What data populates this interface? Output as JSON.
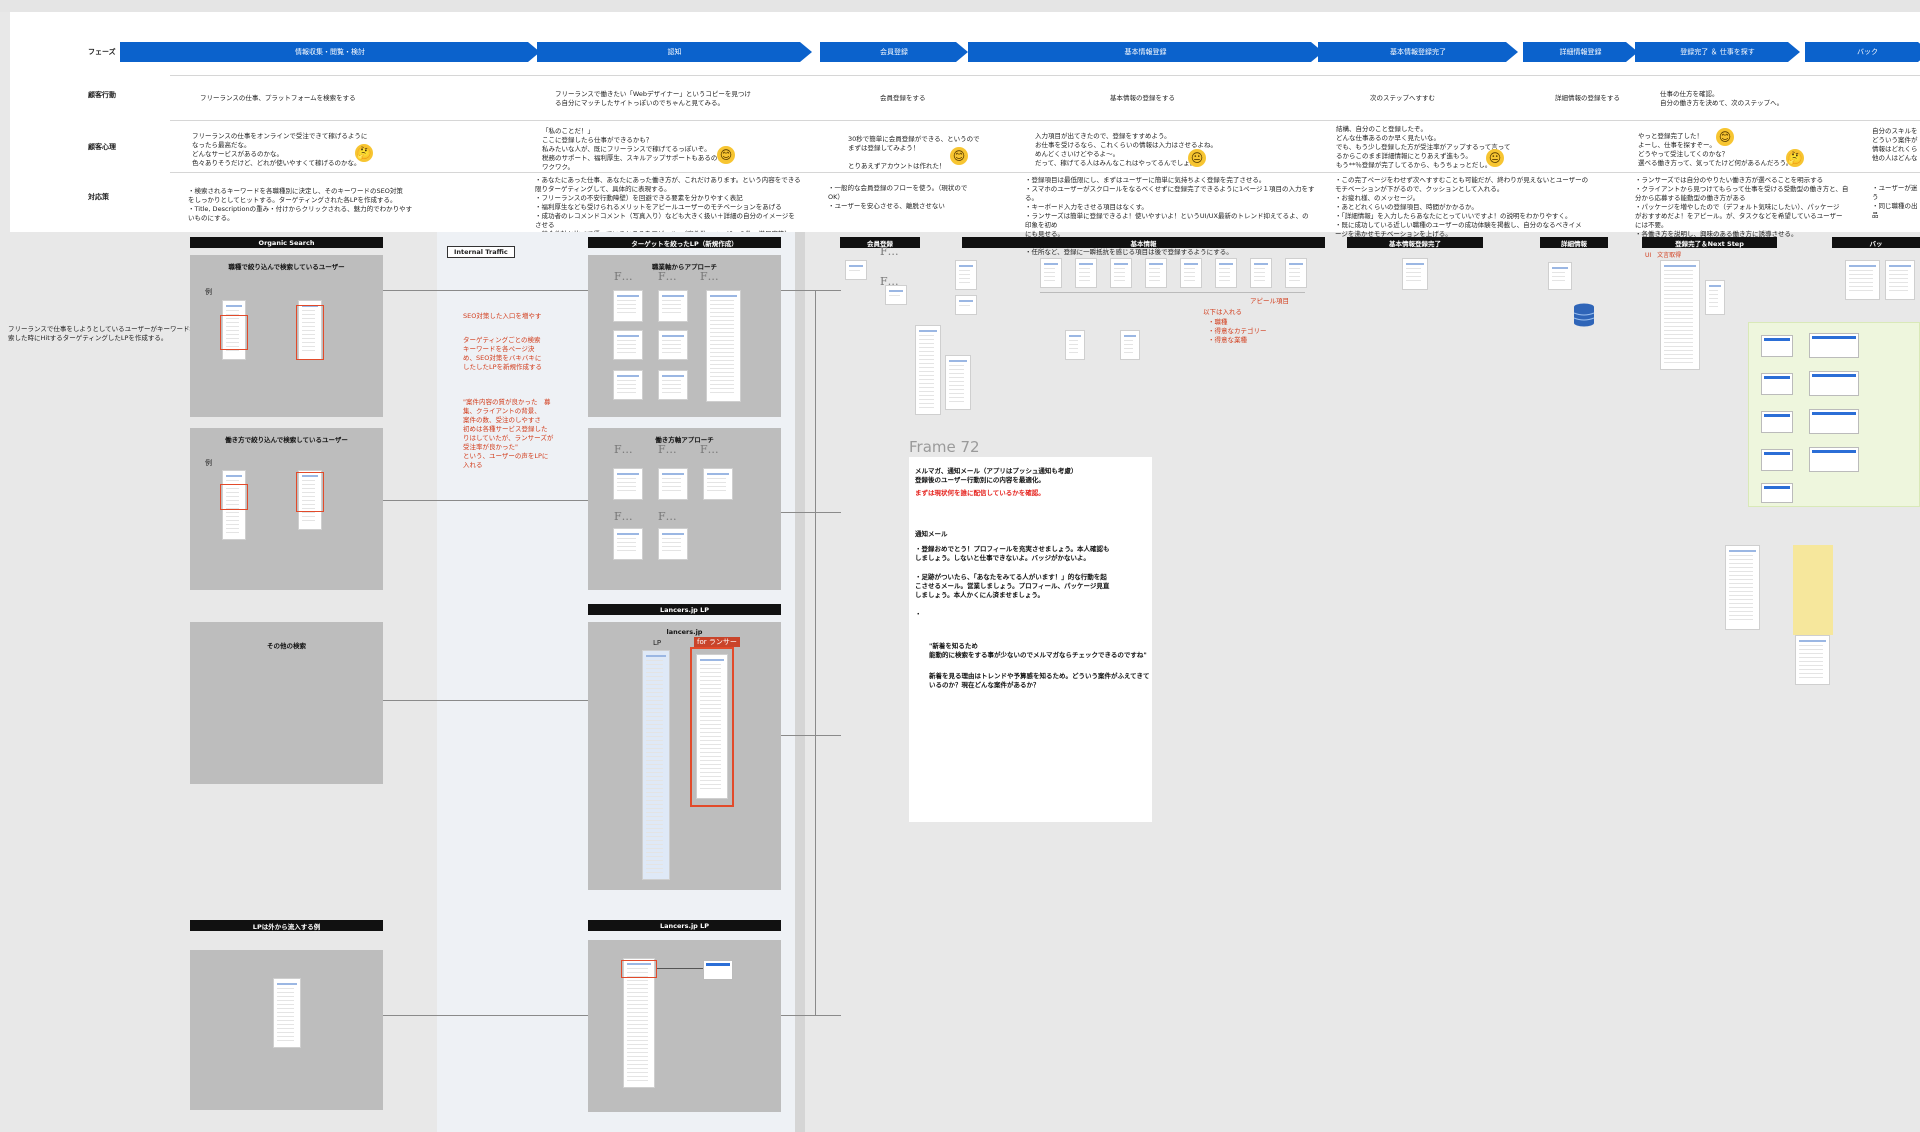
{
  "row_labels": {
    "phase": "フェーズ",
    "action": "顧客行動",
    "psychology": "顧客心理",
    "response": "対応策"
  },
  "phases": [
    {
      "label": "情報収集・閲覧・検討"
    },
    {
      "label": "認知"
    },
    {
      "label": "会員登録"
    },
    {
      "label": "基本情報登録"
    },
    {
      "label": "基本情報登録完了"
    },
    {
      "label": "詳細情報登録"
    },
    {
      "label": "登録完了 ＆ 仕事を探す"
    },
    {
      "label": "バック"
    }
  ],
  "actions": [
    "フリーランスの仕事、プラットフォームを検索をする",
    "フリーランスで働きたい「Webデザイナー」というコピーを見つけ\nる自分にマッチしたサイトっぽいのでちゃんと見てみる。",
    "会員登録をする",
    "基本情報の登録をする",
    "次のステップへすすむ",
    "詳細情報の登録をする",
    "仕事の仕方を確認。\n自分の働き方を決めて、次のステップへ。"
  ],
  "psychology": [
    "フリーランスの仕事をオンラインで受注できて稼げるように\nなったら最高だな。\nどんなサービスがあるのかな。\n色々ありそうだけど、どれが使いやすくて稼げるのかな。",
    "「私のことだ！」\nここに登録したら仕事ができるかも？\n私みたいな人が、既にフリーランスで稼げてるっぽいぞ。\n税務のサポート、福利厚生、スキルアップサポートもあるの？\nワクワク。",
    "30秒で簡単に会員登録ができる、というので\nまずは登録してみよう！\n\nとりあえずアカウントは作れた！",
    "入力項目が出てきたので、登録をすすめよう。\nお仕事を受けるなら、これくらいの情報は入力はさせるよね。\nめんどくさいけどやるよ〜。\nだって、稼げてる人はみんなこれはやってるんでしょ。",
    "結構、自分のこと登録したぞ。\nどんな仕事あるのか早く見たいな。\nでも、もう少し登録した方が受注率がアップするって言って\nるからこのまま詳細情報にとりあえず進もう。\nもう**％登録が完了してるから、もうちょっとだし。",
    "やっと登録完了した！\nよーし、仕事を探すぞー。\nどうやって受注してくのかな？\n選べる働き方って、気ってたけど何があるんだろう。",
    "自分のスキルを\nどういう案件が\n情報はどれくら\n他の人はどんな"
  ],
  "responses": [
    "・検索されるキーワードを各職種別に決定し、そのキーワードのSEO対策\n をしっかりとしてヒットする。ターゲティングされた各LPを作成する。\n・Title, Descriptionの重み・付けからクリックされる、魅力的でわかりやす\n いものにする。",
    "・あなたにあった仕事、あなたにあった働き方が、これだけあります。という内容をできる\n 限りターゲティングして、具体的に表現する。\n・フリーランスの不安行動障壁）を回避できる要素を分かりやすく表記\n・福利厚生なども受けられるメリットをアピールユーザーのモチベーションをあげる\n・成功者のレコメンドコメント（写真入り）なども大きく扱い＋詳細の自分のイメージを\n させる\n・競合他社と比べて優っているところをアピール。（案件数、ユーザーの数、満足度等）",
    "・一般的な会員登録のフローを使う。（現状のでOK）\n・ユーザーを安心させる、離脱させない",
    "・登録項目は最低限にし、まずはユーザーに簡単に気持ちよく登録を完了させる。\n・スマホのユーザーがスクロールをなるべくせずに登録完了できるように1ページ１項目の入力をする。\n・キーボード入力をさせる項目はなくす。\n・ランサーズは簡単に登録できるよ！使いやすいよ！というUI/UX最新のトレンド抑えてるよ、の印象を初め\n にも見せる。\n・耐った項目は後で登録をさせる。\n・任所など、登録に一瞬抵抗を感じる項目は後で登録するようにする。",
    "・この完了ページをわせず次へすすむことも可能だが、終わりが見えないとユーザーの\n モチベーションが下がるので、クッションとして入れる。\n・お疲れ様、のメッセージ。\n・あとどれくらいの登録項目、時間がかかるか。\n・「詳細情報」を入力したらあなたにとっていいですよ！の説明をわかりやすく。\n・既に成功している近しい職種のユーザーの成功体験を掲載し、自分のなるべきイメ\n ージを沸かせモチベーションを上げる。",
    "・ランサーズでは自分のやりたい働き方が選べることを明示する\n・クライアントから見つけてもらって仕事を受ける受動型の働き方と、自\n 分から応募する能動型の働き方がある\n・パッケージを増やしたので（デフォルト気味にしたい）、パッケージ\n がおすすめだよ！をアピール。が、タスクなどを希望しているユーザー\n には不要。\n・各働き方を説明し、興味のある働き方に誘導させる。",
    "・ユーザーが迷う\n・同じ職種の出品"
  ],
  "emojis": [
    "🤔",
    "😊",
    "😊",
    "😐",
    "😐",
    "😊",
    "🤔"
  ],
  "left_note": "フリーランスで仕事をしようとしているユーザーがキーワード検\n索した時にHitするターゲティングしたLPを作成する。",
  "organic": {
    "header": "Organic Search",
    "panel1_title": "職種で絞り込んで検索しているユーザー",
    "panel2_title": "働き方で絞り込んで検索しているユーザー",
    "panel3_title": "その他の検索",
    "example_label": "例",
    "lp_header": "LPは外から流入する例"
  },
  "internal_traffic": "Internal Traffic",
  "red_notes": [
    "SEO対策した入口を増やす",
    "ターゲティングごとの検索\nキーワードを各ページ決\nめ、SEO対策をバキバキに\nしたしたLPを新規作成する",
    "\"案件内容の質が良かった　募\n集、クライアントの背景、\n案件の数、受注のしやすさ\n初めは各種サービス登録した\nりはしていたが、ランサーズが\n受注率が良かった\"\nという、ユーザーの声をLPに\n入れる"
  ],
  "lp_panels": {
    "header1": "ターゲットを絞ったLP（新規作成）",
    "title1": "職業軸からアプローチ",
    "title2": "働き方軸アプローチ",
    "header2": "Lancers.jp LP",
    "title3": "lancers.jp",
    "lp_label": "LP",
    "for_lancer": "for ランサー",
    "header3": "Lancers.jp LP"
  },
  "flow_headers": [
    "会員登録",
    "基本情報",
    "基本情報登録完了",
    "詳細情報",
    "登録完了＆Next Step",
    "バッ"
  ],
  "flow_notes": {
    "appeal": "アピール項目",
    "after_input_title": "以下は入れる",
    "after_input_items": "・職種\n・得意なカテゴリー\n・得意な業種",
    "doc_label": "UI　文言取得"
  },
  "frame72": {
    "label": "Frame 72",
    "line1": "メルマガ、通知メール（アプリはプッシュ通知も考慮）\n登録後のユーザー行動別にの内容を最適化。",
    "line2": "まずは現状何を誰に配信しているかを確認。",
    "line3": "通知メール",
    "line4": "・登録おめでとう！プロフィールを充実させましょう。本人確認も\n しましょう。しないと仕事できないよ。バッジがかないよ。",
    "line5": "・足跡がついたら、「あなたをみてる人がいます！」的な行動を起\n こさせるメール。営業しましょう。プロフィール、パッケージ見直\n しましょう。本人かくにん済ませましょう。",
    "line6": "・",
    "line7": "\"新着を知るため\n能動的に検索をする事が少ないのでメルマガならチェックできるのですね\"",
    "line8": "新着を見る理由はトレンドや予算感を知るため。どういう案件がふえてきて\nいるのか？現在どんな案件があるか？"
  },
  "colors": {
    "phase_blue": "#0b62cc",
    "panel_gray": "#bdbdbd",
    "accent_red": "#d23b1a"
  }
}
